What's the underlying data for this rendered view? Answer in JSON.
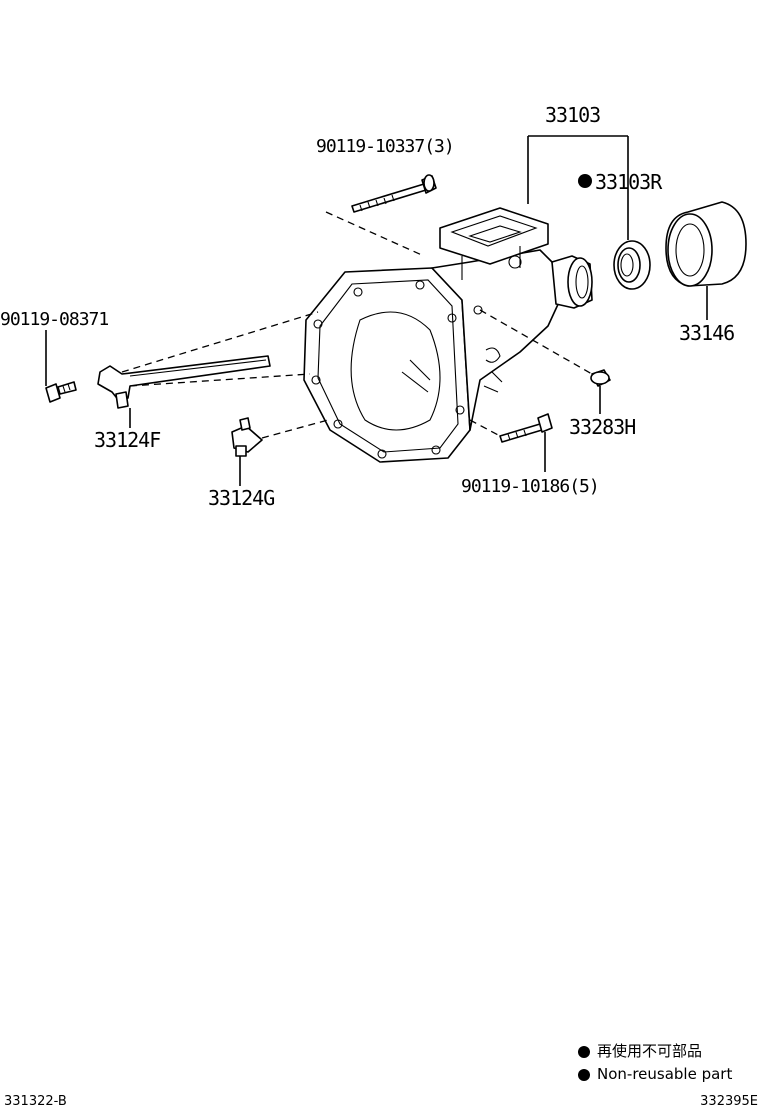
{
  "labels": {
    "p33103": "33103",
    "p90119_10337": "90119-10337(3)",
    "p33103R": "33103R",
    "p90119_08371": "90119-08371",
    "p33146": "33146",
    "p33124F": "33124F",
    "p33283H": "33283H",
    "p33124G": "33124G",
    "p90119_10186": "90119-10186(5)"
  },
  "legend": {
    "jp": "再使用不可部品",
    "en": "Non-reusable part"
  },
  "footer": {
    "left_code": "331322-B",
    "right_code": "332395E"
  }
}
